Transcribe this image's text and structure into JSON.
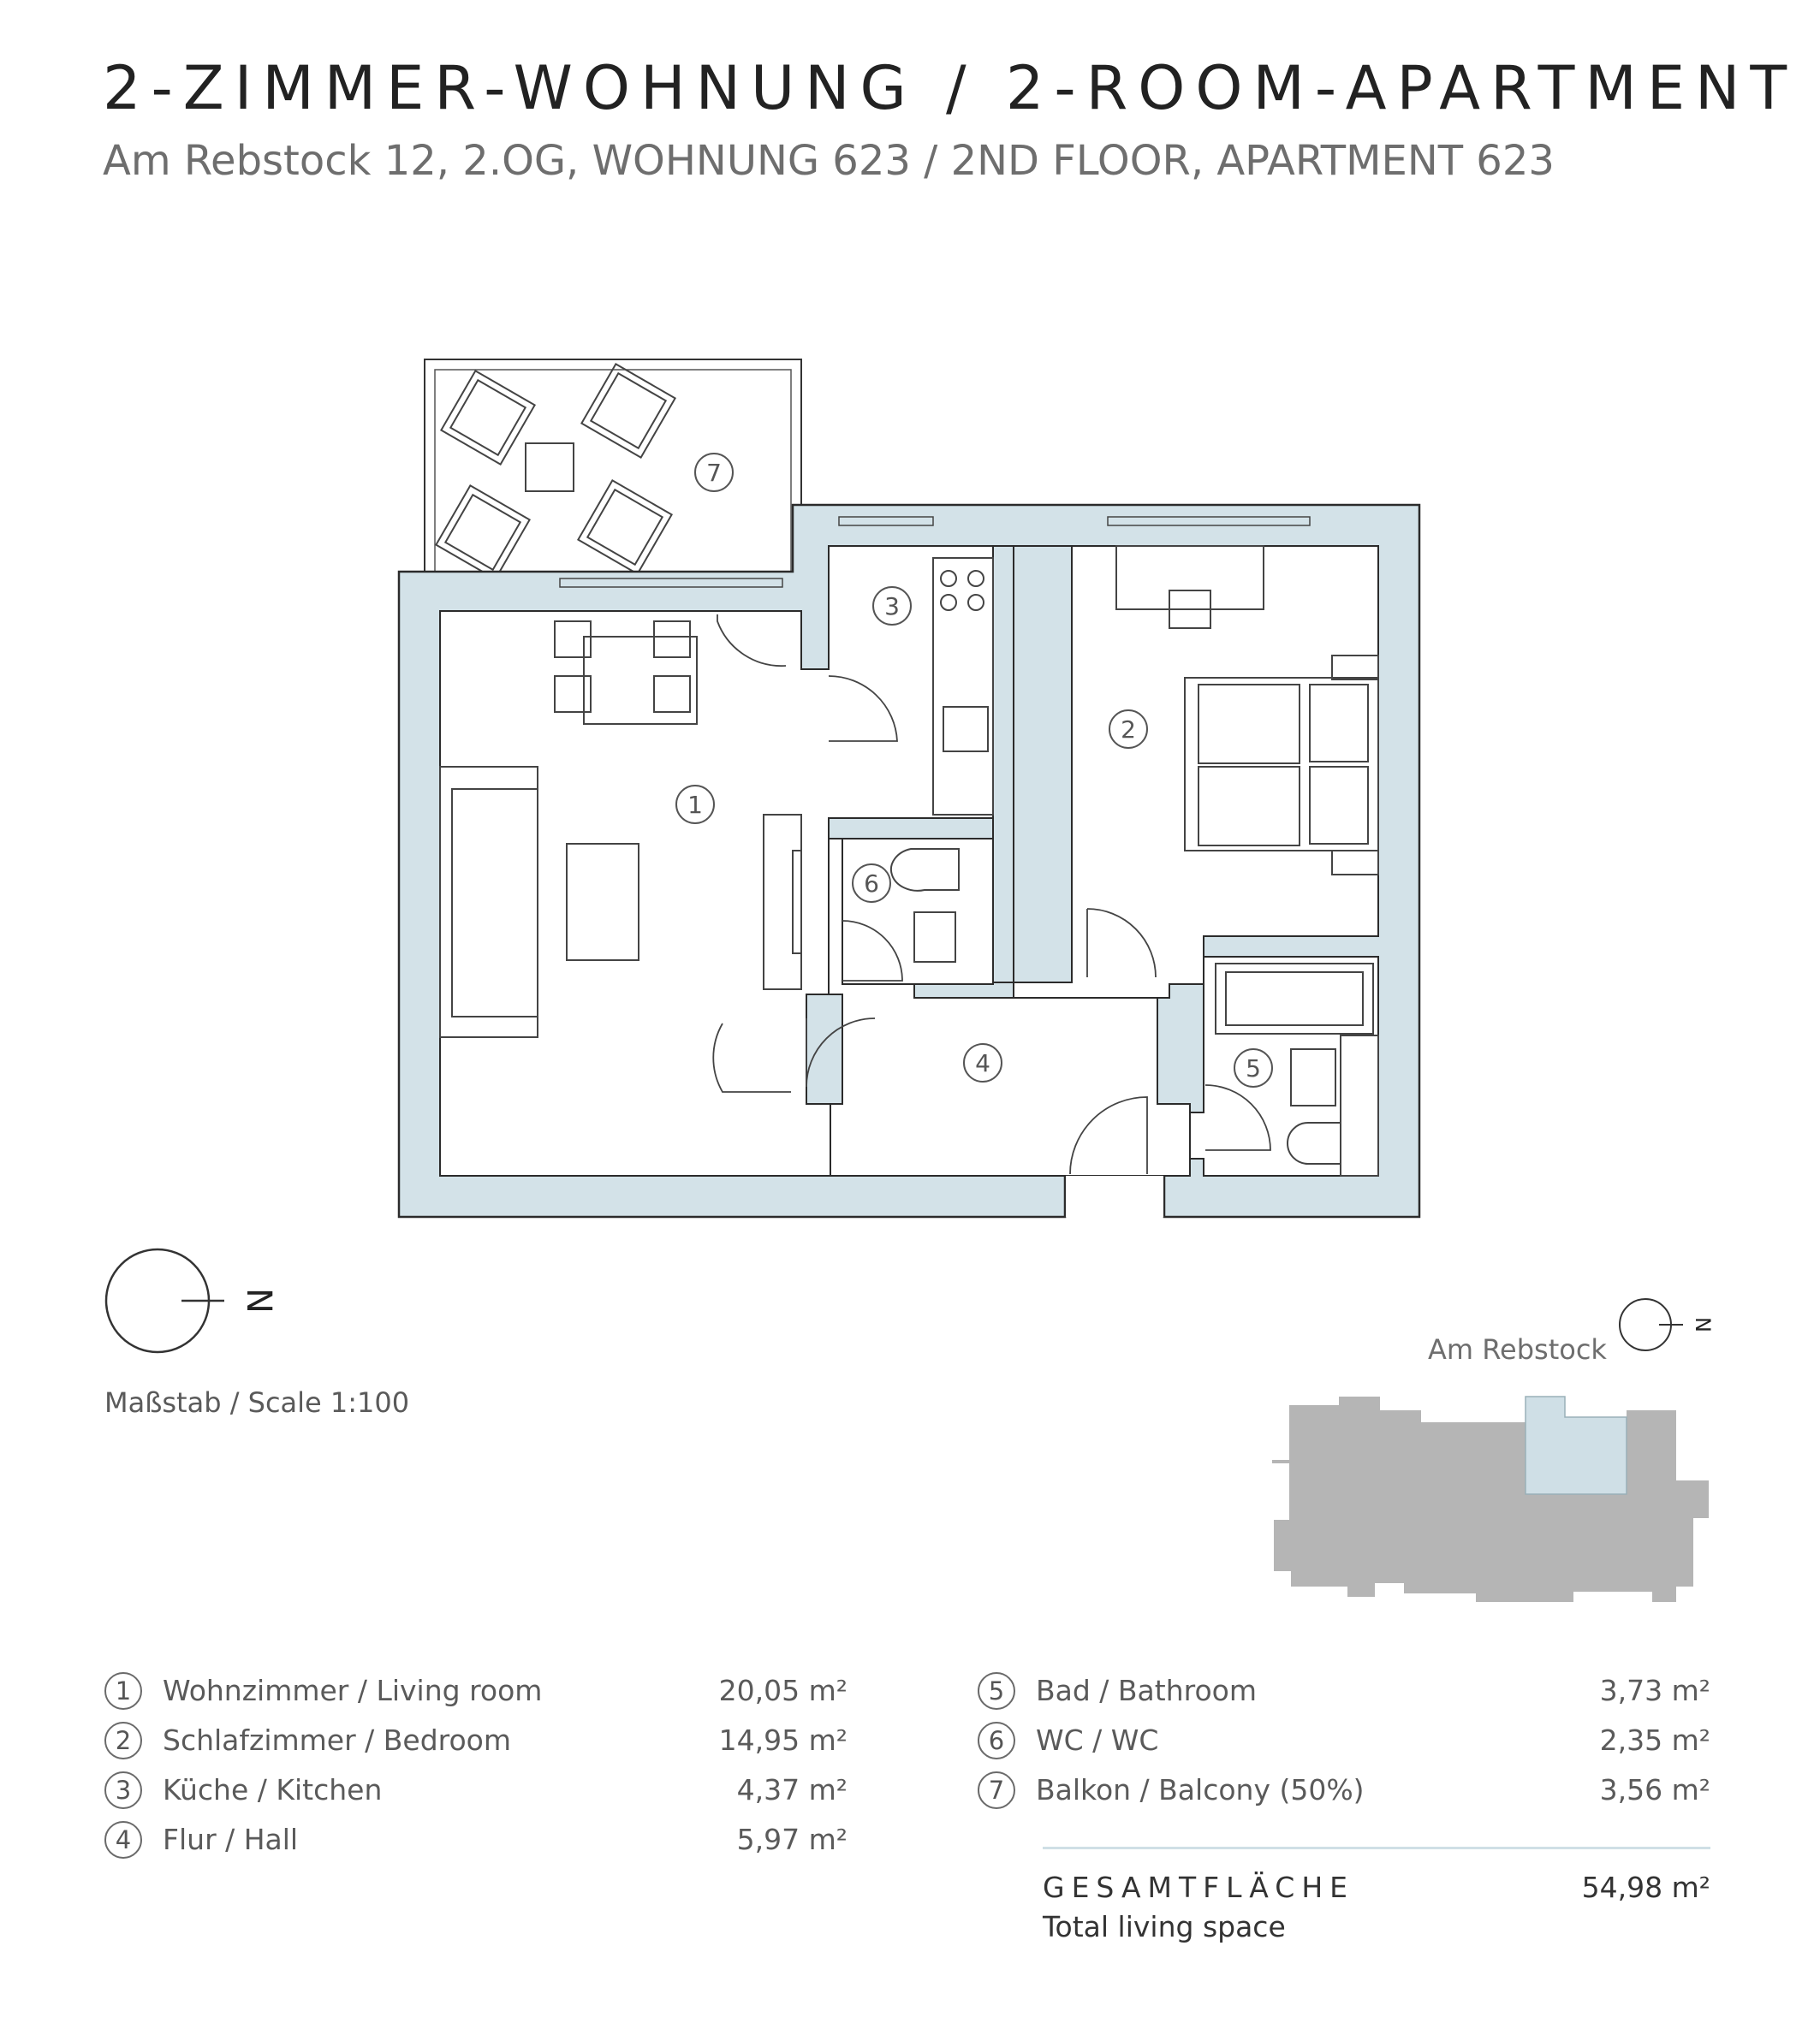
{
  "header": {
    "title": "2-ZIMMER-WOHNUNG / 2-ROOM-APARTMENT",
    "subtitle": "Am Rebstock 12, 2.OG, WOHNUNG 623 / 2ND FLOOR, APARTMENT 623"
  },
  "plan": {
    "room_labels": [
      "1",
      "2",
      "3",
      "4",
      "5",
      "6",
      "7"
    ],
    "north_label": "N"
  },
  "scale": "Maßstab / Scale 1:100",
  "site": {
    "street": "Am Rebstock",
    "north_label": "N"
  },
  "rooms": [
    {
      "num": "1",
      "label": "Wohnzimmer / Living room",
      "area": "20,05 m²"
    },
    {
      "num": "2",
      "label": "Schlafzimmer / Bedroom",
      "area": "14,95 m²"
    },
    {
      "num": "3",
      "label": "Küche / Kitchen",
      "area": "4,37 m²"
    },
    {
      "num": "4",
      "label": "Flur / Hall",
      "area": "5,97 m²"
    },
    {
      "num": "5",
      "label": "Bad / Bathroom",
      "area": "3,73 m²"
    },
    {
      "num": "6",
      "label": "WC / WC",
      "area": "2,35 m²"
    },
    {
      "num": "7",
      "label": "Balkon / Balcony (50%)",
      "area": "3,56 m²"
    }
  ],
  "total": {
    "label_de": "GESAMTFLÄCHE",
    "label_en": "Total living space",
    "area": "54,98 m²"
  },
  "colors": {
    "wall_fill": "#d3e2e8",
    "outline": "#2b2b2b",
    "building_gray": "#b5b5b5",
    "highlight": "#cfdfe6"
  }
}
